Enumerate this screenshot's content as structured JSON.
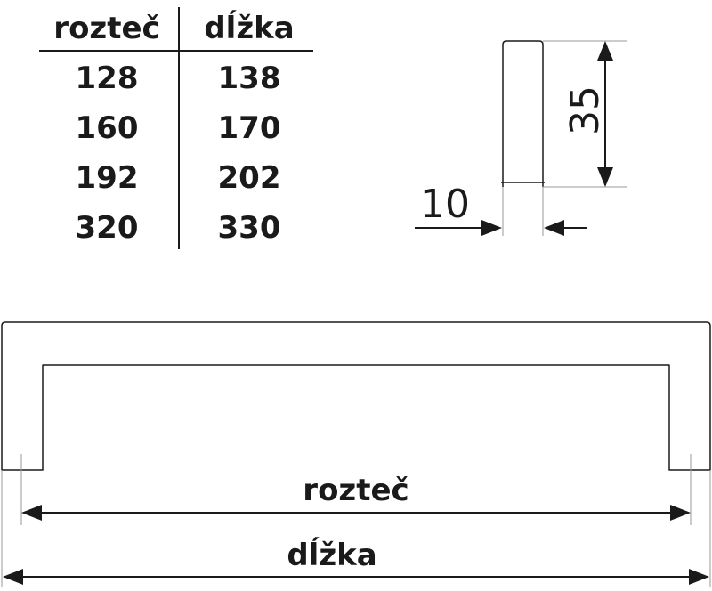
{
  "table": {
    "headers": [
      "rozteč",
      "dĺžka"
    ],
    "rows": [
      [
        "128",
        "138"
      ],
      [
        "160",
        "170"
      ],
      [
        "192",
        "202"
      ],
      [
        "320",
        "330"
      ]
    ]
  },
  "profile": {
    "height_label": "35",
    "width_label": "10"
  },
  "handle": {
    "spacing_label": "rozteč",
    "length_label": "dĺžka"
  },
  "colors": {
    "line": "#1a1a1a",
    "dimension_line": "#9a9a9a",
    "background": "#ffffff"
  }
}
